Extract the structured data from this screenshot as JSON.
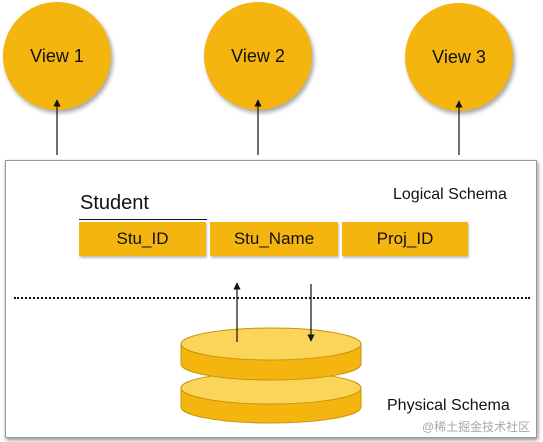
{
  "views": [
    {
      "label": "View 1"
    },
    {
      "label": "View 2"
    },
    {
      "label": "View 3"
    }
  ],
  "logical_schema": {
    "label": "Logical Schema",
    "table_name": "Student",
    "columns": [
      "Stu_ID",
      "Stu_Name",
      "Proj_ID"
    ]
  },
  "physical_schema": {
    "label": "Physical Schema"
  },
  "watermark": "@稀土掘金技术社区",
  "colors": {
    "accent": "#f5b50f",
    "disk_top": "#fbd55a",
    "disk_side": "#f5b50f"
  }
}
